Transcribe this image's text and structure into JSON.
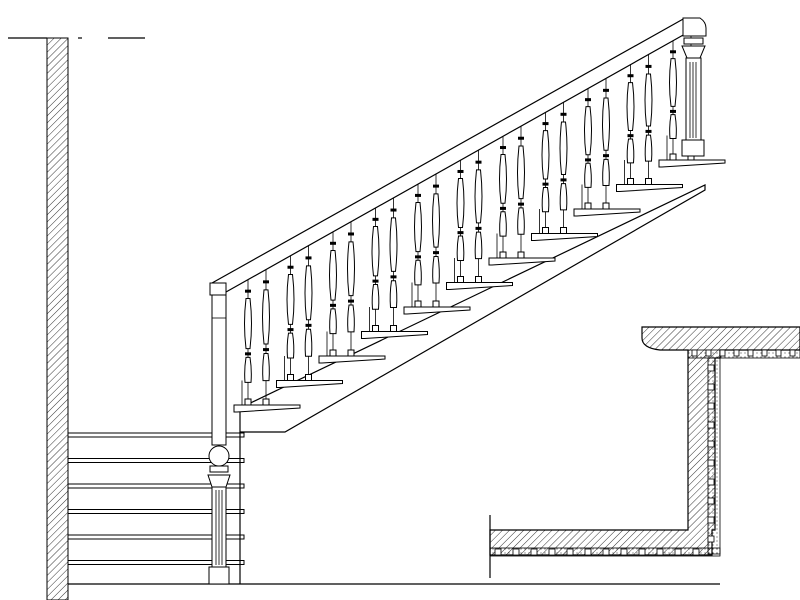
{
  "drawing": {
    "type": "staircase elevation",
    "tread_count": 11,
    "lower_tread_count": 6,
    "baluster_pairs": 11,
    "hatch": "diagonal",
    "colors": {
      "line": "#000000",
      "background": "#ffffff"
    }
  }
}
